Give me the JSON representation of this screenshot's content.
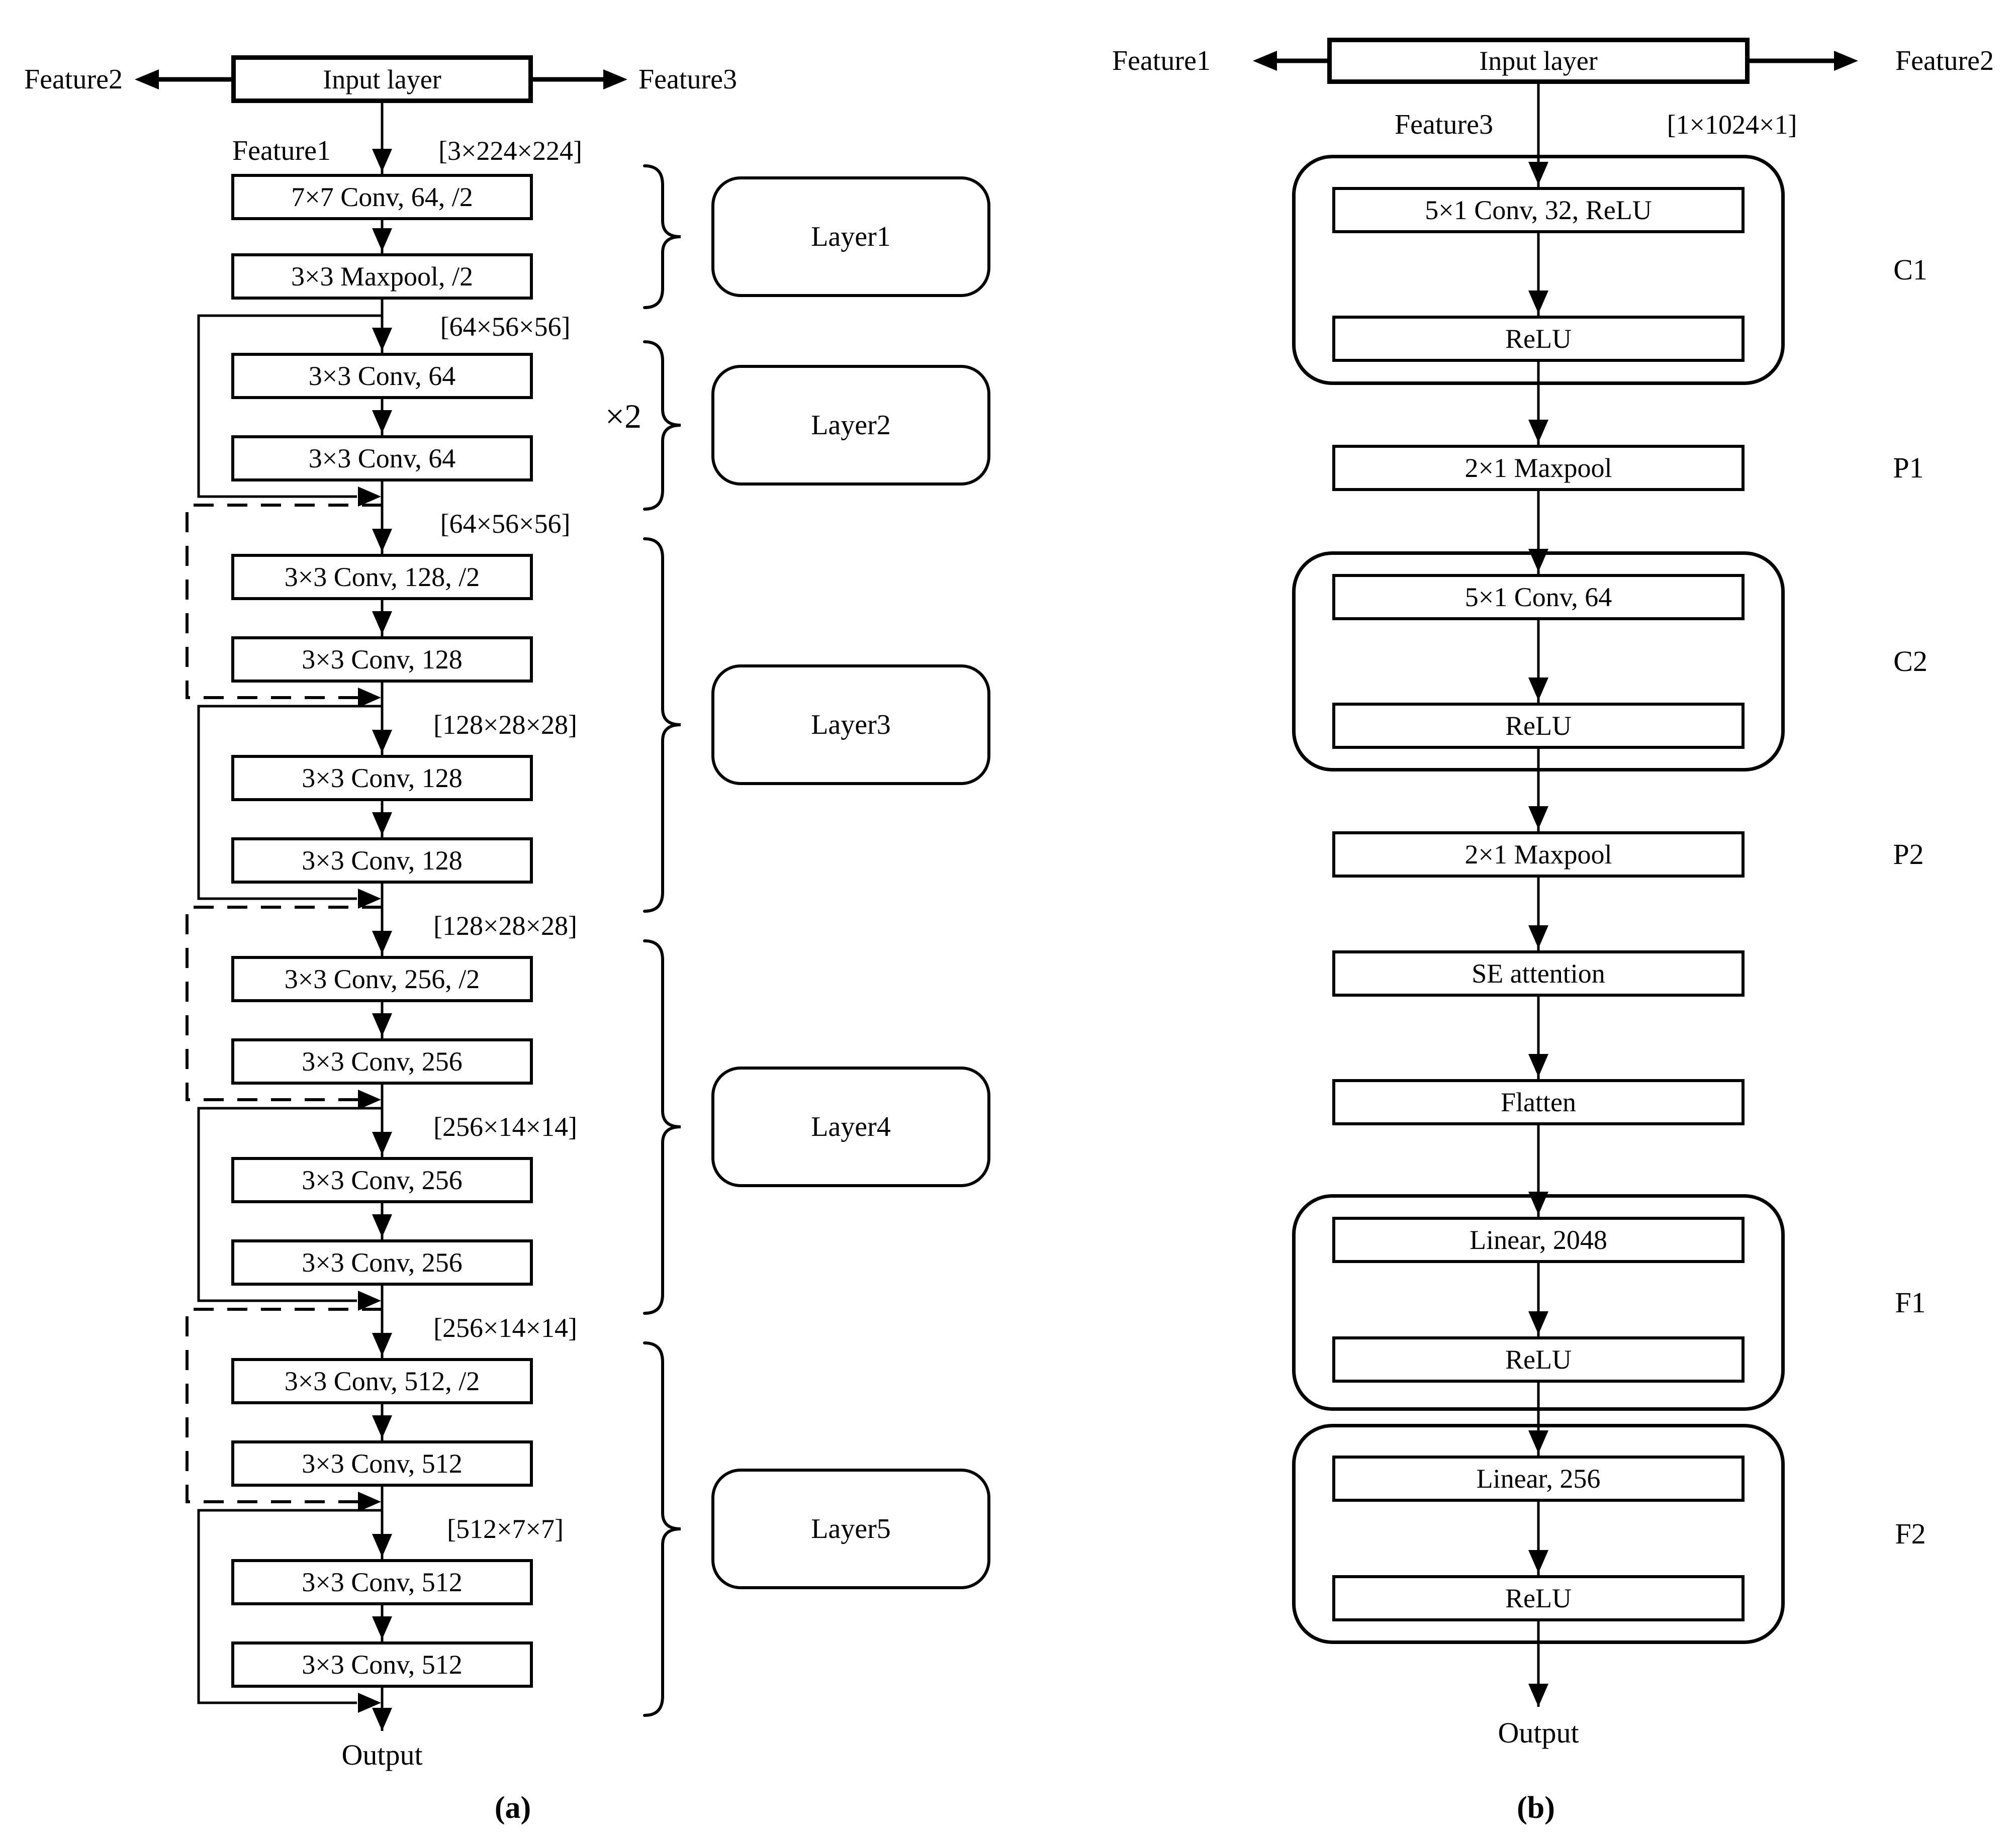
{
  "panel_a": {
    "caption": "(a)",
    "input_box": "Input layer",
    "feature2": "Feature2",
    "feature3": "Feature3",
    "feature1": "Feature1",
    "dim_input": "[3×224×224]",
    "conv1": "7×7 Conv, 64, /2",
    "pool1": "3×3 Maxpool, /2",
    "times2": "×2",
    "output": "Output",
    "layers": [
      "Layer1",
      "Layer2",
      "Layer3",
      "Layer4",
      "Layer5"
    ],
    "subblocks": [
      {
        "dim": "[64×56×56]",
        "box1": "3×3 Conv, 64",
        "box2": "3×3 Conv, 64"
      },
      {
        "dim": "[64×56×56]",
        "box1": "3×3 Conv, 128, /2",
        "box2": "3×3 Conv, 128"
      },
      {
        "dim": "[128×28×28]",
        "box1": "3×3 Conv, 128",
        "box2": "3×3 Conv, 128"
      },
      {
        "dim": "[128×28×28]",
        "box1": "3×3 Conv, 256, /2",
        "box2": "3×3 Conv, 256"
      },
      {
        "dim": "[256×14×14]",
        "box1": "3×3 Conv, 256",
        "box2": "3×3 Conv, 256"
      },
      {
        "dim": "[256×14×14]",
        "box1": "3×3 Conv, 512, /2",
        "box2": "3×3 Conv, 512"
      },
      {
        "dim": "[512×7×7]",
        "box1": "3×3 Conv, 512",
        "box2": "3×3 Conv, 512"
      }
    ]
  },
  "panel_b": {
    "caption": "(b)",
    "input_box": "Input layer",
    "feature1": "Feature1",
    "feature2": "Feature2",
    "feature3": "Feature3",
    "dim_input": "[1×1024×1]",
    "c1": {
      "box1": "5×1 Conv, 32, ReLU",
      "box2": "ReLU",
      "label": "C1"
    },
    "p1": {
      "box": "2×1 Maxpool",
      "label": "P1"
    },
    "c2": {
      "box1": "5×1 Conv, 64",
      "box2": "ReLU",
      "label": "C2"
    },
    "p2": {
      "box": "2×1 Maxpool",
      "label": "P2"
    },
    "se_box": "SE attention",
    "flatten_box": "Flatten",
    "f1": {
      "box1": "Linear, 2048",
      "box2": "ReLU",
      "label": "F1"
    },
    "f2": {
      "box1": "Linear, 256",
      "box2": "ReLU",
      "label": "F2"
    },
    "output": "Output"
  }
}
